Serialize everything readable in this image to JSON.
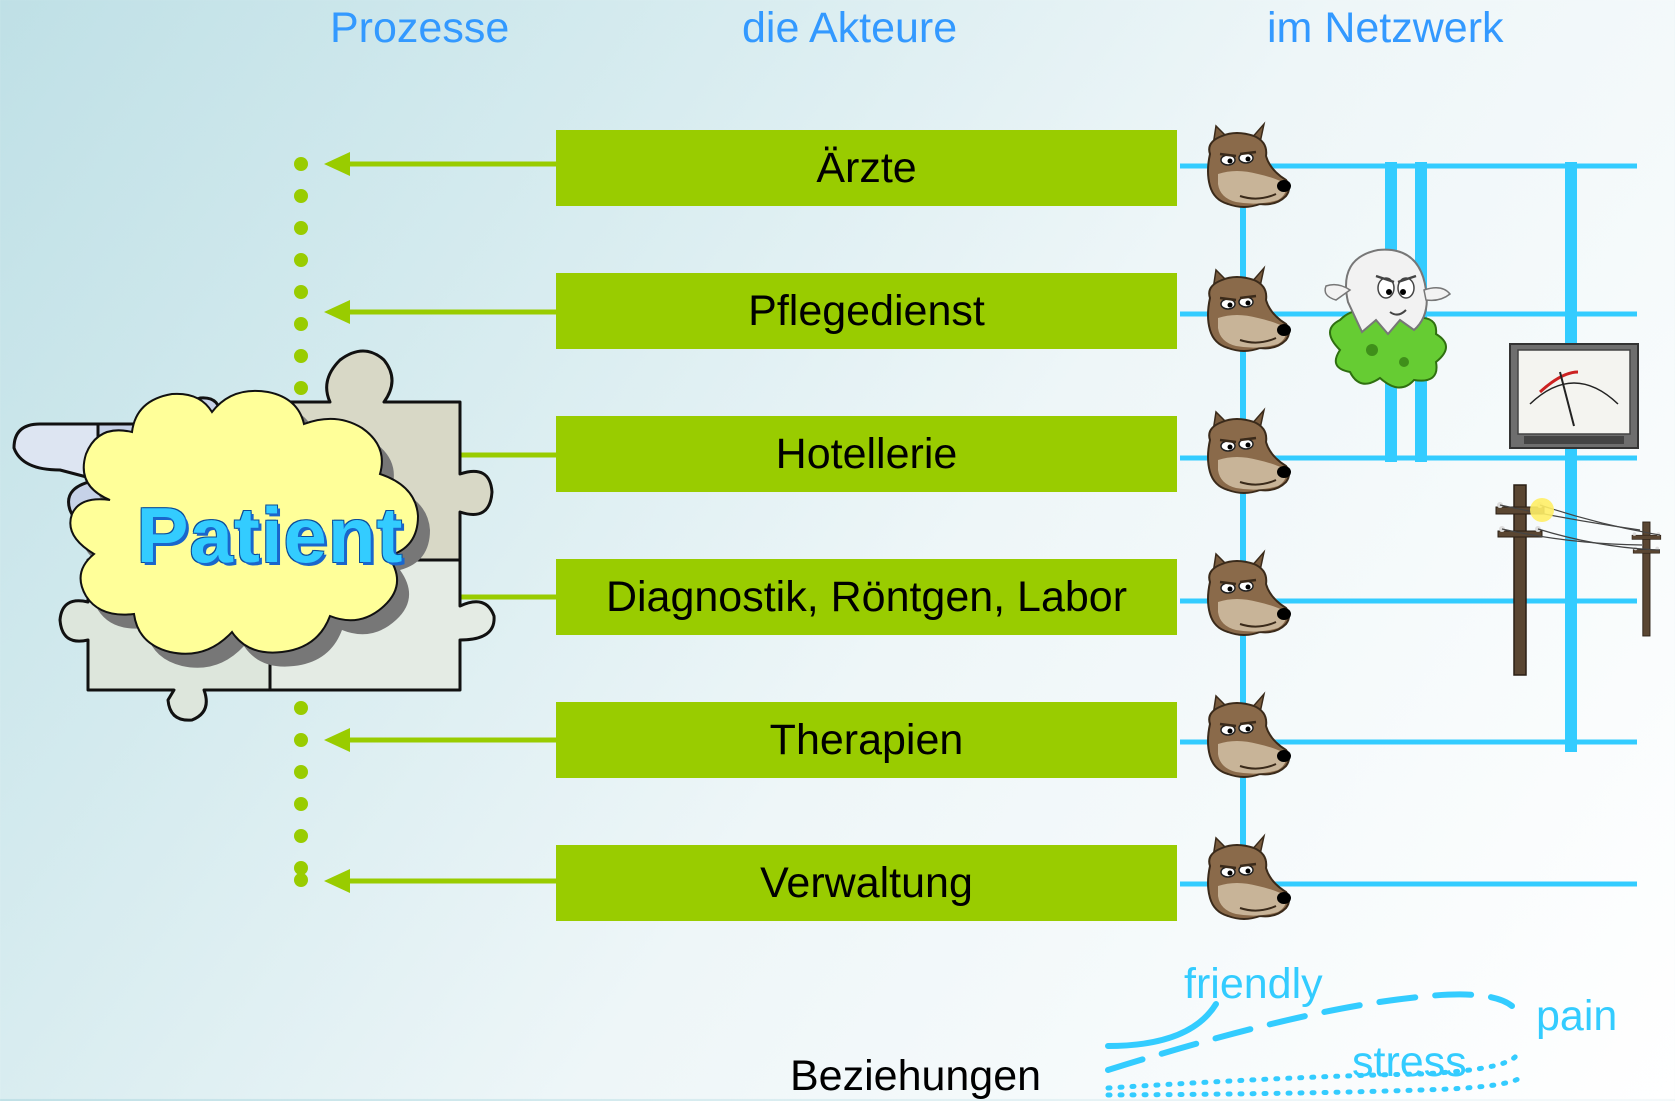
{
  "headers": {
    "processes": "Prozesse",
    "actors": "die Akteure",
    "network": "im Netzwerk"
  },
  "actors": [
    {
      "label": "Ärzte"
    },
    {
      "label": "Pflegedienst"
    },
    {
      "label": "Hotellerie"
    },
    {
      "label": "Diagnostik, Röntgen, Labor"
    },
    {
      "label": "Therapien"
    },
    {
      "label": "Verwaltung"
    }
  ],
  "patient": {
    "label": "Patient"
  },
  "legend": {
    "title": "Beziehungen",
    "friendly": "friendly",
    "pain": "pain",
    "stress": "stress"
  },
  "icons": {
    "actor_node": "wolf-head-icon",
    "ghost": "ghost-on-splat-icon",
    "meter": "voltmeter-icon",
    "pole": "power-pole-icon",
    "puzzle": "puzzle-pieces-icon",
    "cloud": "cloud-icon"
  },
  "colors": {
    "header_text": "#3399ff",
    "actor_box": "#99cc00",
    "arrow": "#99cc00",
    "network_line": "#33ccff",
    "patient_text": "#33ccff",
    "cloud_fill": "#ffff99"
  }
}
